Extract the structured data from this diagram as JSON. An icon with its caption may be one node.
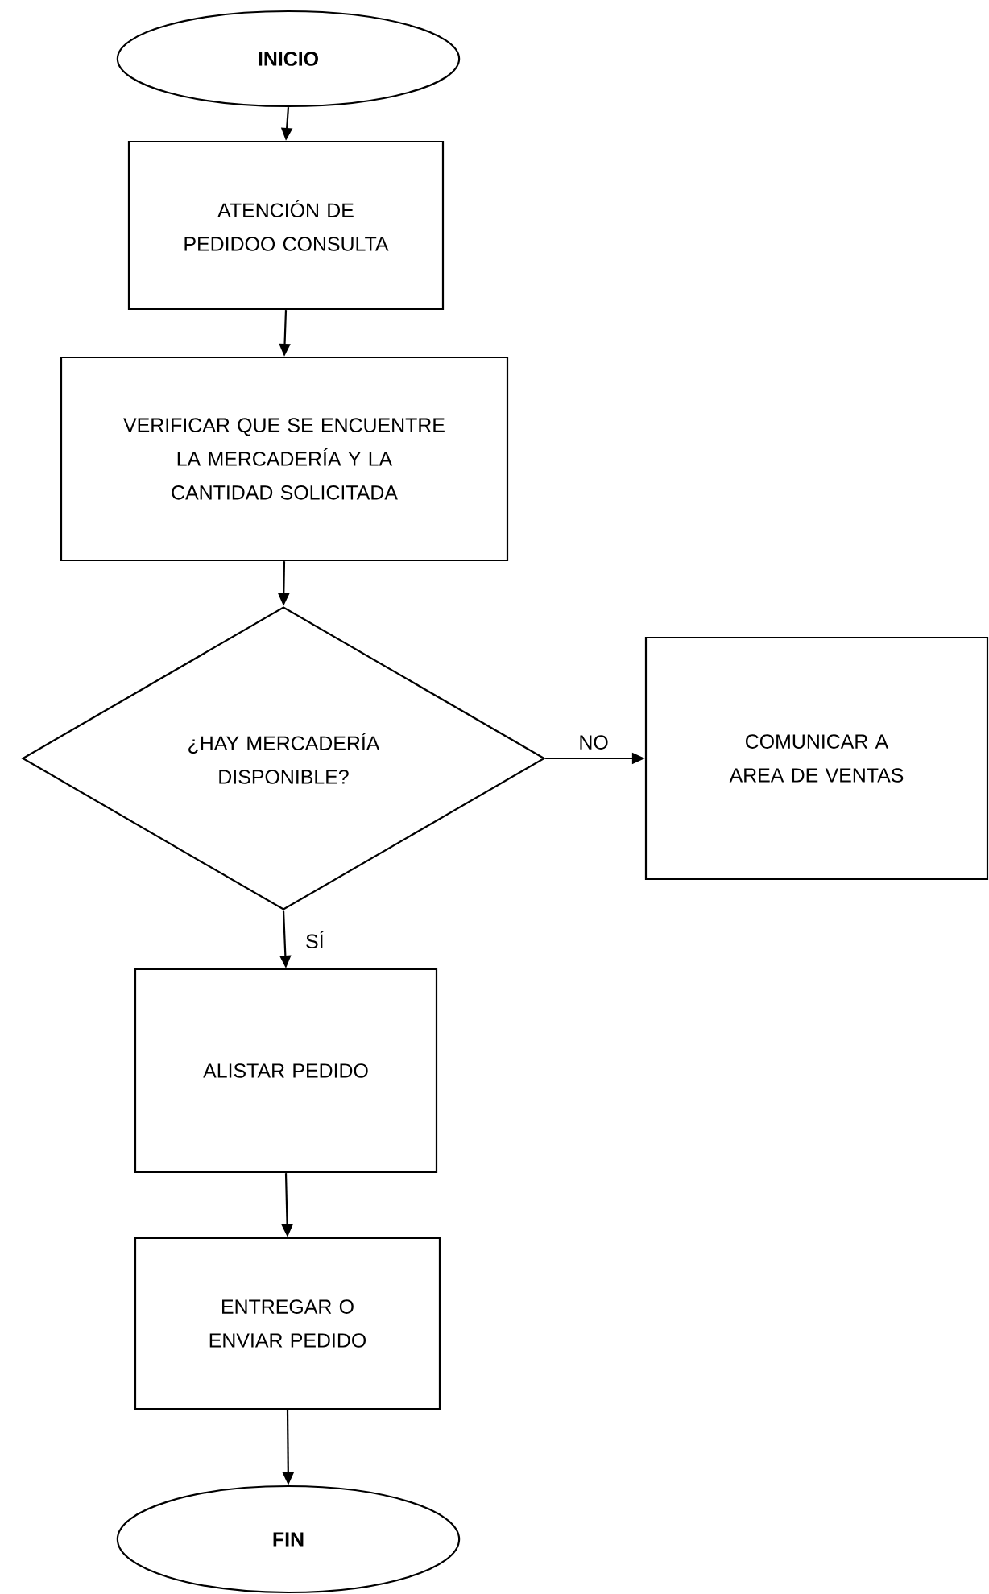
{
  "diagram": {
    "nodes": [
      {
        "text": [
          "INICIO"
        ]
      },
      {
        "text": [
          "ATENCIÓN DE PEDIDOO CONSULTA"
        ]
      },
      {
        "text": [
          "VERIFICAR QUE SE ENCUENTRE LA MERCADERÍA Y LA CANTIDAD SOLICITADA"
        ]
      },
      {
        "text": [
          "¿HAY MERCADERÍA DISPONIBLE?"
        ]
      },
      {
        "text": [
          "COMUNICAR A AREA DE VENTAS"
        ]
      },
      {
        "text": [
          "ALISTAR PEDIDO"
        ]
      },
      {
        "text": [
          "ENTREGAR O ENVIAR PEDIDO"
        ]
      },
      {
        "text": [
          "FIN"
        ]
      }
    ],
    "edges": [
      {
        "from": 0,
        "to": 1,
        "arrow": "to"
      },
      {
        "from": 1,
        "to": 2,
        "arrow": "to"
      },
      {
        "from": 2,
        "to": 3,
        "arrow": "to"
      },
      {
        "from": 3,
        "to": 4,
        "arrow": "to",
        "label": "NO"
      },
      {
        "from": 3,
        "to": 5,
        "arrow": "to",
        "label": "SÍ"
      },
      {
        "from": 5,
        "to": 6,
        "arrow": "to"
      },
      {
        "from": 6,
        "to": 7,
        "arrow": "to"
      }
    ]
  }
}
